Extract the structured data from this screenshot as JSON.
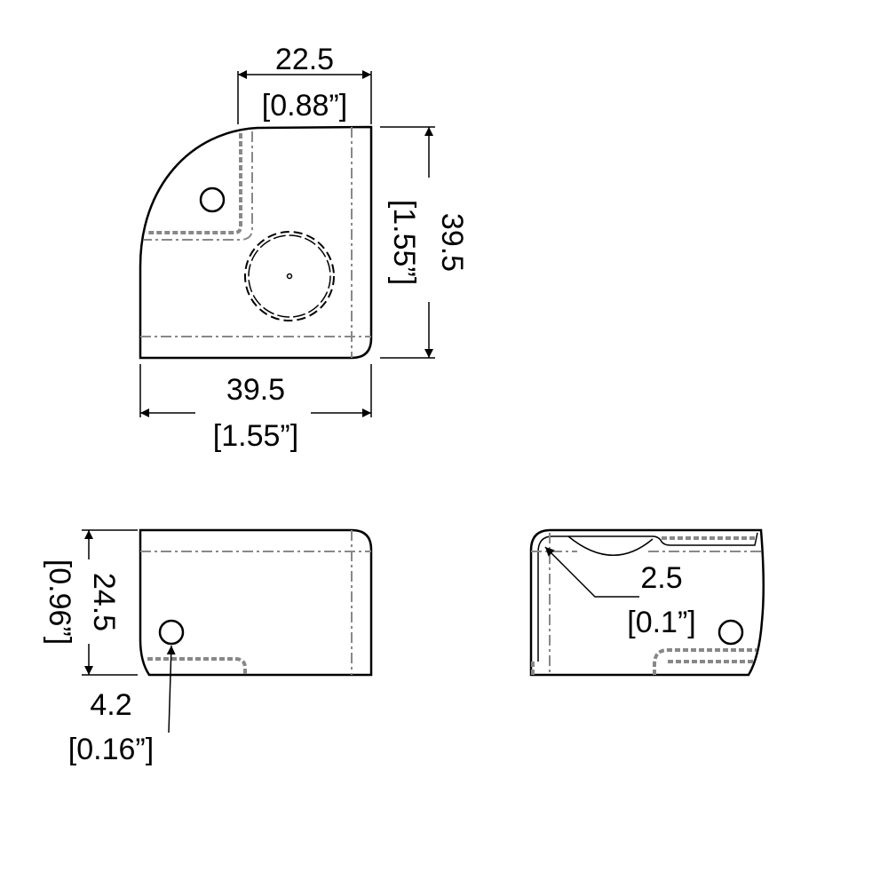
{
  "views": {
    "top": {
      "width_dim": {
        "value": "22.5",
        "inch": "[0.88”]"
      },
      "height_dim": {
        "value": "39.5",
        "inch": "[1.55”]"
      },
      "bottom_dim": {
        "value": "39.5",
        "inch": "[1.55”]"
      }
    },
    "side": {
      "height_dim": {
        "value": "24.5",
        "inch": "[0.96”]"
      },
      "hole_dim": {
        "value": "4.2",
        "inch": "[0.16”]"
      }
    },
    "end": {
      "wall_dim": {
        "value": "2.5",
        "inch": "[0.1”]"
      }
    }
  },
  "colors": {
    "line": "#000000",
    "hidden": "#888888"
  }
}
